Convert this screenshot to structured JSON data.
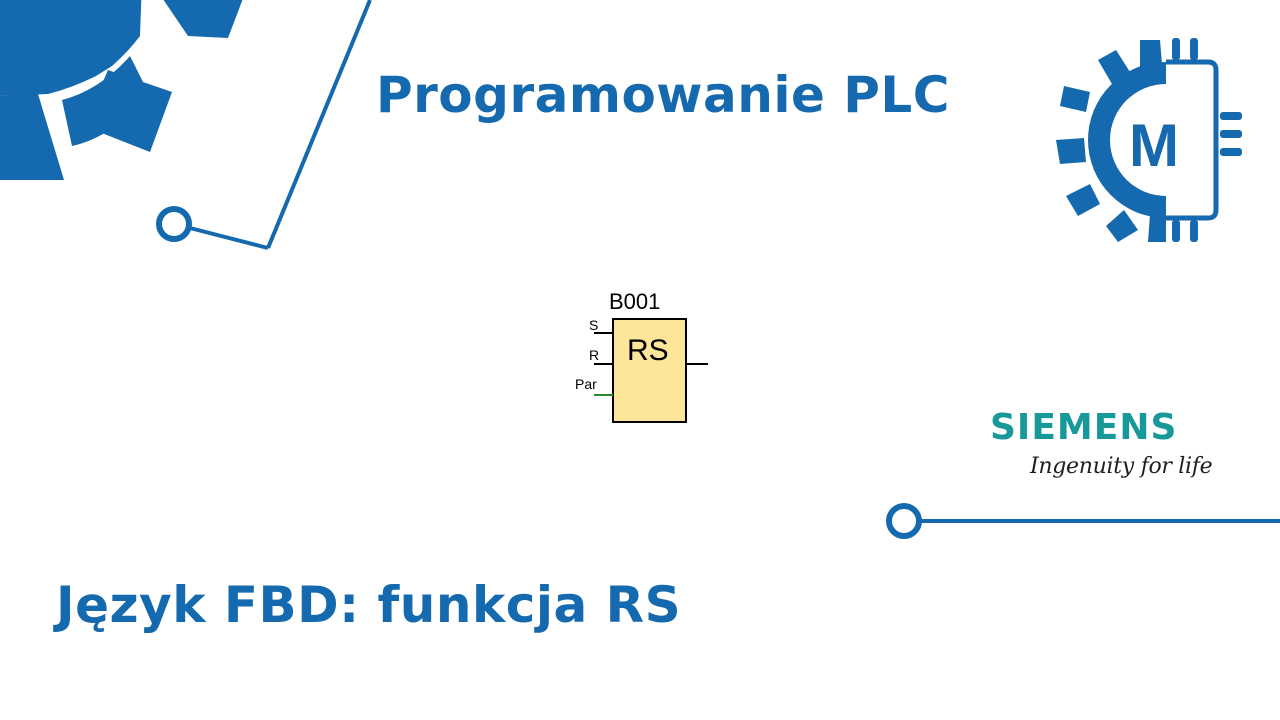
{
  "title": "Programowanie PLC",
  "subtitle": "Język FBD: funkcja RS",
  "diagram": {
    "block_id": "B001",
    "block_label": "RS",
    "inputs": [
      "S",
      "R",
      "Par"
    ],
    "block_fill": "#fde59a"
  },
  "brand": {
    "name": "SIEMENS",
    "slogan": "Ingenuity for life",
    "name_color": "#17999a"
  },
  "logo": {
    "letter": "M"
  },
  "colors": {
    "accent": "#1569ae"
  }
}
